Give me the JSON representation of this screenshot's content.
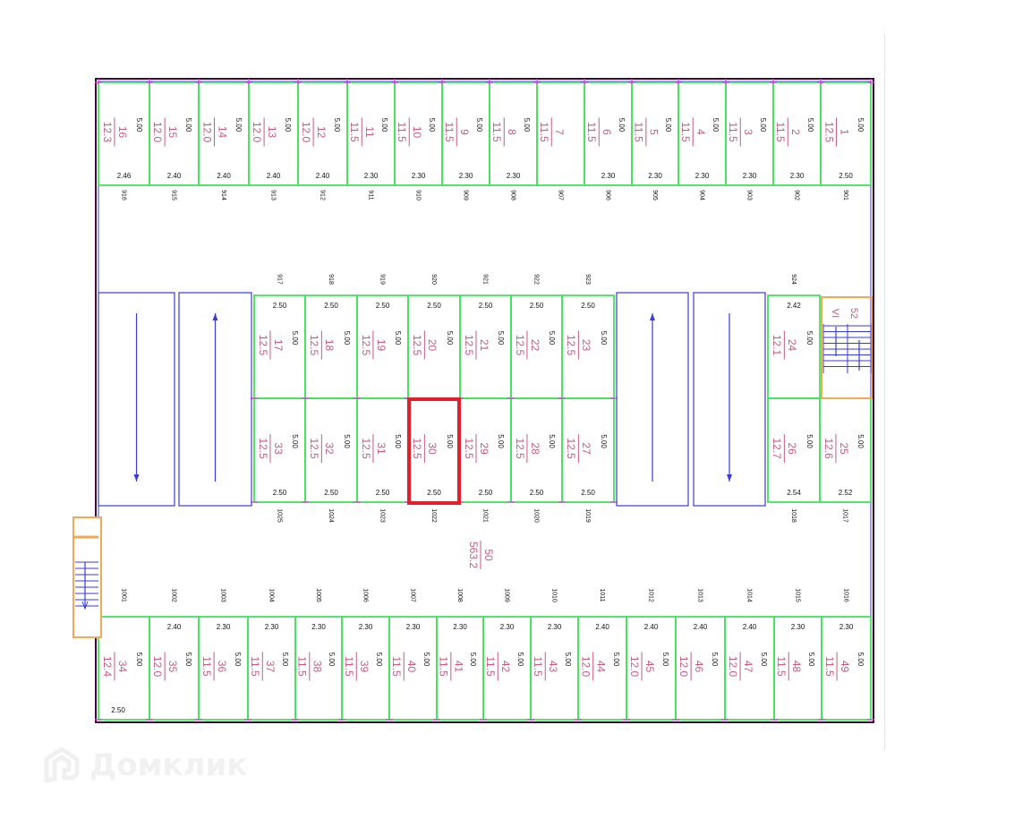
{
  "colors": {
    "spot_line": "#44e35c",
    "label": "#c45a86",
    "tick": "#e03ce0",
    "ramp": "#3b3bd6",
    "outer": "#3a0a3a",
    "stair": "#f0aa55",
    "highlight": "#e0202a",
    "text": "#111111"
  },
  "depth": "5.00",
  "top_row": [
    {
      "num": "16",
      "area": "12.3",
      "width": "2.46",
      "axis": "916"
    },
    {
      "num": "15",
      "area": "12.0",
      "width": "2.40",
      "axis": "915"
    },
    {
      "num": "14",
      "area": "12.0",
      "width": "2.40",
      "axis": "914"
    },
    {
      "num": "13",
      "area": "12.0",
      "width": "2.40",
      "axis": "913"
    },
    {
      "num": "12",
      "area": "12.0",
      "width": "2.40",
      "axis": "912"
    },
    {
      "num": "11",
      "area": "11.5",
      "width": "2.30",
      "axis": "911"
    },
    {
      "num": "10",
      "area": "11.5",
      "width": "2.30",
      "axis": "910"
    },
    {
      "num": "9",
      "area": "11.5",
      "width": "2.30",
      "axis": "909"
    },
    {
      "num": "8",
      "area": "11.5",
      "width": "2.30",
      "axis": "908"
    },
    {
      "num": "7",
      "area": "11.5",
      "width": "",
      "axis": "907",
      "no_depth": true
    },
    {
      "num": "6",
      "area": "11.5",
      "width": "2.30",
      "axis": "906"
    },
    {
      "num": "5",
      "area": "11.5",
      "width": "2.30",
      "axis": "905"
    },
    {
      "num": "4",
      "area": "11.5",
      "width": "2.30",
      "axis": "904"
    },
    {
      "num": "3",
      "area": "11.5",
      "width": "2.30",
      "axis": "903"
    },
    {
      "num": "2",
      "area": "11.5",
      "width": "2.30",
      "axis": "902"
    },
    {
      "num": "1",
      "area": "12.5",
      "width": "2.50",
      "axis": "901"
    }
  ],
  "middle_top": [
    {
      "num": "17",
      "area": "12.5",
      "width": "2.50",
      "axis": "917"
    },
    {
      "num": "18",
      "area": "12.5",
      "width": "2.50",
      "axis": "918"
    },
    {
      "num": "19",
      "area": "12.5",
      "width": "2.50",
      "axis": "919"
    },
    {
      "num": "20",
      "area": "12.5",
      "width": "2.50",
      "axis": "920"
    },
    {
      "num": "21",
      "area": "12.5",
      "width": "2.50",
      "axis": "921"
    },
    {
      "num": "22",
      "area": "12.5",
      "width": "2.50",
      "axis": "922"
    },
    {
      "num": "23",
      "area": "12.5",
      "width": "2.50",
      "axis": "923"
    }
  ],
  "middle_bottom": [
    {
      "num": "33",
      "area": "12.5",
      "width": "2.50",
      "axis": "1025"
    },
    {
      "num": "32",
      "area": "12.5",
      "width": "2.50",
      "axis": "1024"
    },
    {
      "num": "31",
      "area": "12.5",
      "width": "2.50",
      "axis": "1023"
    },
    {
      "num": "30",
      "area": "12.5",
      "width": "2.50",
      "axis": "1022",
      "selected": true
    },
    {
      "num": "29",
      "area": "12.5",
      "width": "2.50",
      "axis": "1021"
    },
    {
      "num": "28",
      "area": "12.5",
      "width": "2.50",
      "axis": "1020"
    },
    {
      "num": "27",
      "area": "12.5",
      "width": "2.50",
      "axis": "1019"
    }
  ],
  "right_block": {
    "spot_24": {
      "num": "24",
      "area": "12.1",
      "width": "2.42",
      "axis": "924"
    },
    "spot_26": {
      "num": "26",
      "area": "12.7",
      "width": "2.54",
      "axis": "1018"
    },
    "spot_25": {
      "num": "25",
      "area": "12.6",
      "width": "2.52",
      "axis": "1017"
    },
    "stair_num": "52",
    "stair_mark": "VI"
  },
  "bottom_row": [
    {
      "num": "34",
      "area": "12.4",
      "width": "2.50",
      "axis": "1001"
    },
    {
      "num": "35",
      "area": "12.0",
      "width": "2.40",
      "axis": "1002"
    },
    {
      "num": "36",
      "area": "11.5",
      "width": "2.30",
      "axis": "1003"
    },
    {
      "num": "37",
      "area": "11.5",
      "width": "2.30",
      "axis": "1004"
    },
    {
      "num": "38",
      "area": "11.5",
      "width": "2.30",
      "axis": "1005"
    },
    {
      "num": "39",
      "area": "11.5",
      "width": "2.30",
      "axis": "1006"
    },
    {
      "num": "40",
      "area": "11.5",
      "width": "2.30",
      "axis": "1007"
    },
    {
      "num": "41",
      "area": "11.5",
      "width": "2.30",
      "axis": "1008"
    },
    {
      "num": "42",
      "area": "11.5",
      "width": "2.30",
      "axis": "1009"
    },
    {
      "num": "43",
      "area": "11.5",
      "width": "2.30",
      "axis": "1010"
    },
    {
      "num": "44",
      "area": "12.0",
      "width": "2.40",
      "axis": "1011"
    },
    {
      "num": "45",
      "area": "12.0",
      "width": "2.40",
      "axis": "1012"
    },
    {
      "num": "46",
      "area": "12.0",
      "width": "2.40",
      "axis": "1013"
    },
    {
      "num": "47",
      "area": "12.0",
      "width": "2.40",
      "axis": "1014"
    },
    {
      "num": "48",
      "area": "11.5",
      "width": "2.30",
      "axis": "1015"
    },
    {
      "num": "49",
      "area": "11.5",
      "width": "2.30",
      "axis": "1016"
    }
  ],
  "driveway": {
    "num": "50",
    "area": "563.2"
  },
  "watermark": "Домклик"
}
